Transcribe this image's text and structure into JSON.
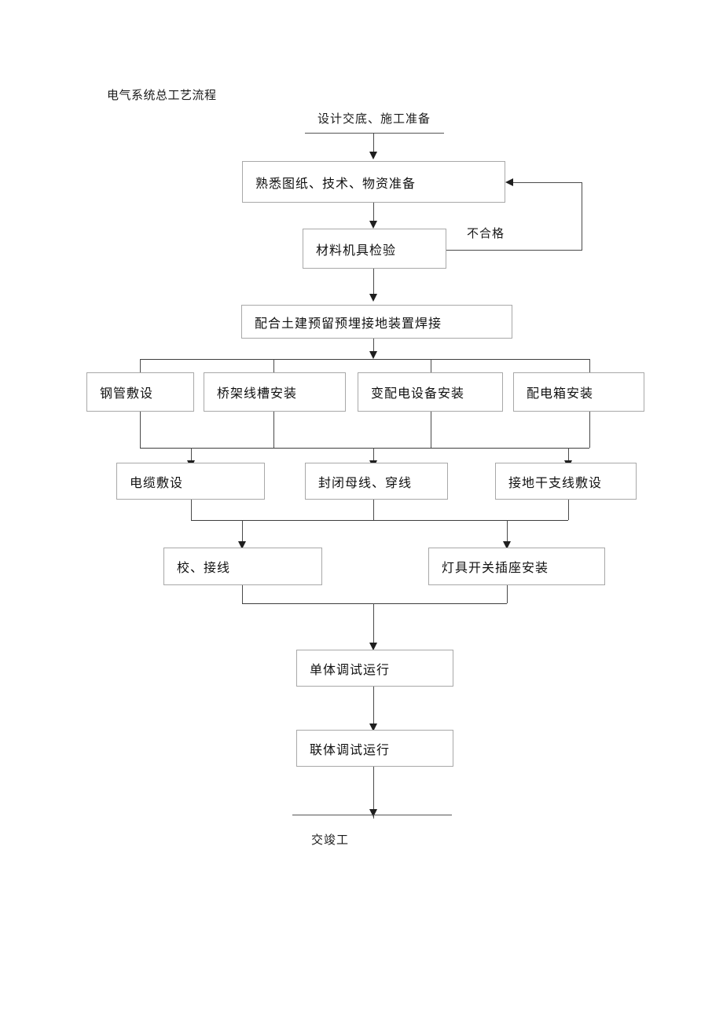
{
  "diagram": {
    "title": "电气系统总工艺流程",
    "type": "flowchart",
    "start_label": "设计交底、施工准备",
    "end_label": "交竣工",
    "edge_labels": {
      "reject": "不合格"
    },
    "nodes": [
      {
        "id": "n1",
        "label": "熟悉图纸、技术、物资准备"
      },
      {
        "id": "n2",
        "label": "材料机具检验"
      },
      {
        "id": "n3",
        "label": "配合土建预留预埋接地装置焊接"
      },
      {
        "id": "n4",
        "label": "钢管敷设"
      },
      {
        "id": "n5",
        "label": "桥架线槽安装"
      },
      {
        "id": "n6",
        "label": "变配电设备安装"
      },
      {
        "id": "n7",
        "label": "配电箱安装"
      },
      {
        "id": "n8",
        "label": "电缆敷设"
      },
      {
        "id": "n9",
        "label": "封闭母线、穿线"
      },
      {
        "id": "n10",
        "label": "接地干支线敷设"
      },
      {
        "id": "n11",
        "label": "校、接线"
      },
      {
        "id": "n12",
        "label": "灯具开关插座安装"
      },
      {
        "id": "n13",
        "label": "单体调试运行"
      },
      {
        "id": "n14",
        "label": "联体调试运行"
      }
    ]
  }
}
